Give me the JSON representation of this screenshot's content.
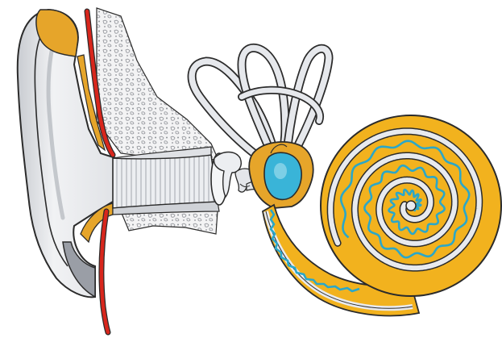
{
  "colors": {
    "background": "#ffffff",
    "outline": "#2b2b2b",
    "skin": "#e9eaec",
    "skin_shade": "#c9ccd1",
    "canal_stripe": "#9a9ea6",
    "cartilage": "#e6a52a",
    "cartilage_dark": "#b9791a",
    "blood_vessel": "#d8261c",
    "bone_dots": "#8d9096",
    "cochlea_fill": "#f2b21e",
    "cochlea_wall": "#e8eaee",
    "basilar_membrane": "#2aa7c9",
    "vestibule": "#39b4d8",
    "canals": "#e6e8ec"
  },
  "parts": [
    {
      "id": "outer-ear",
      "icon": "auricle"
    },
    {
      "id": "ear-canal",
      "icon": "auditory-canal"
    },
    {
      "id": "bone",
      "icon": "temporal-bone"
    },
    {
      "id": "blood-vessel",
      "icon": "vessel"
    },
    {
      "id": "ossicles",
      "icon": "middle-ear-bones"
    },
    {
      "id": "semicircular-canals",
      "icon": "canals"
    },
    {
      "id": "vestibule",
      "icon": "vestibule"
    },
    {
      "id": "cochlea",
      "icon": "spiral"
    }
  ]
}
